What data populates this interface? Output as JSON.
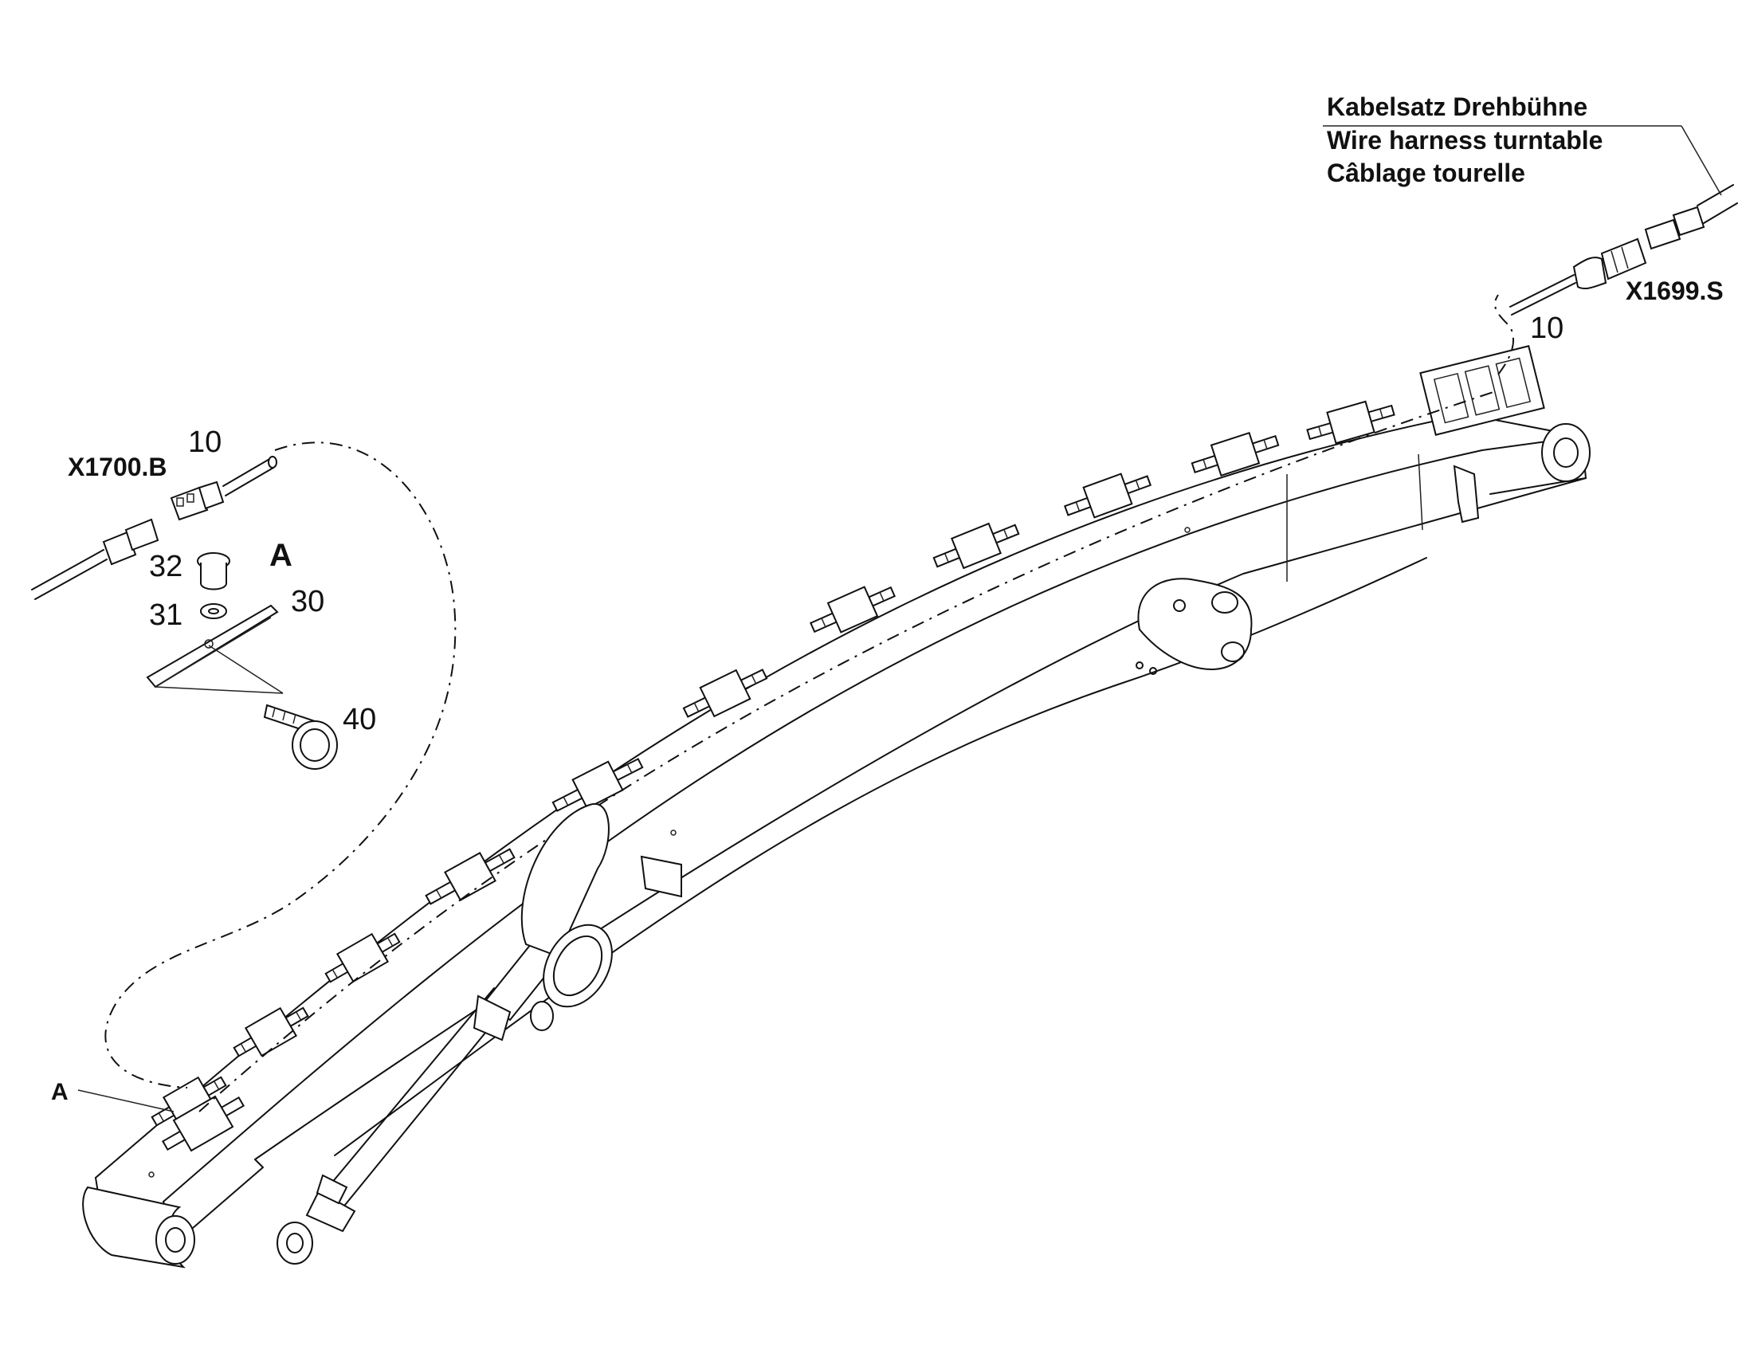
{
  "harness_label": {
    "de": "Kabelsatz Drehbühne",
    "en": "Wire harness turntable",
    "fr": "Câblage tourelle"
  },
  "connectors": {
    "left": "X1700.B",
    "right": "X1699.S"
  },
  "callouts": {
    "harness_left": "10",
    "harness_right": "10",
    "bolt": "32",
    "washer": "31",
    "clip": "30",
    "cable_tie": "40",
    "detail_letter": "A",
    "detail_ref": "A"
  },
  "colors": {
    "line": "#111111",
    "background": "#ffffff"
  }
}
